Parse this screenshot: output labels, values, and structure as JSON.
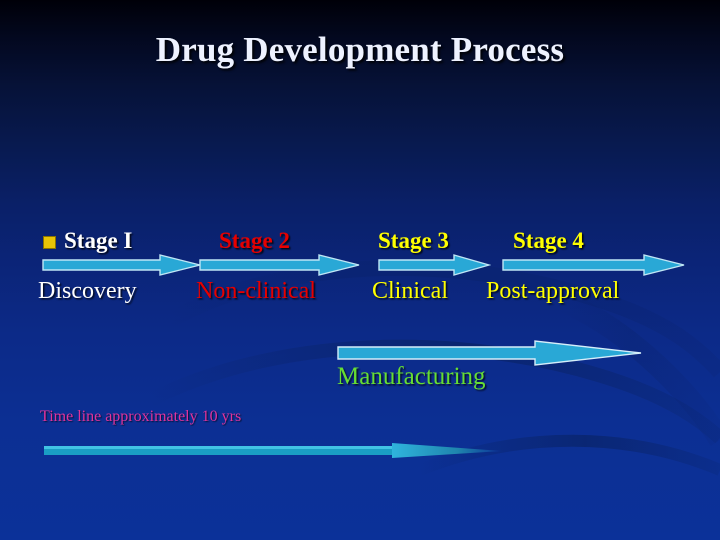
{
  "slide": {
    "title": "Drug Development Process",
    "background_top_color": "#000008",
    "background_bottom_color": "#0b3199"
  },
  "bullet": {
    "shape": "square-bullet",
    "color": "#e8c406"
  },
  "stages": [
    {
      "title": "Stage I",
      "subtitle": "Discovery",
      "color": "#ffffff",
      "arrow_color": "#29a8d6"
    },
    {
      "title": "Stage 2",
      "subtitle": "Non-clinical",
      "color": "#e60000",
      "arrow_color": "#29a8d6"
    },
    {
      "title": "Stage 3",
      "subtitle": "Clinical",
      "color": "#ffff00",
      "arrow_color": "#29a8d6"
    },
    {
      "title": "Stage 4",
      "subtitle": "Post-approval",
      "color": "#ffff00",
      "arrow_color": "#29a8d6"
    }
  ],
  "manufacturing": {
    "label": "Manufacturing",
    "color": "#66dd33",
    "arrow_color": "#29a8d6"
  },
  "timeline": {
    "label": "Time line approximately 10 yrs",
    "color": "#e0339c",
    "arrow_color": "#1a9ec4"
  }
}
